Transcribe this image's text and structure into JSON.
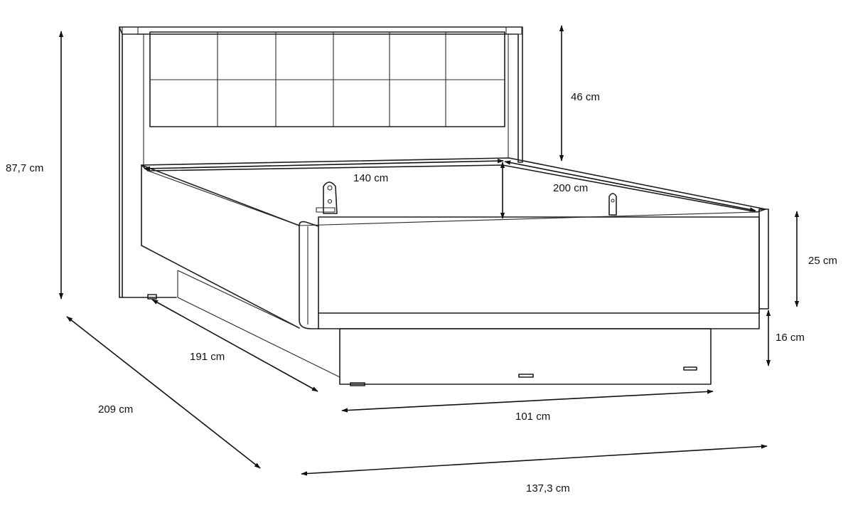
{
  "dimensions": {
    "total_height": "87,7 cm",
    "headboard_height": "46 cm",
    "mattress_width": "140 cm",
    "mattress_length": "200 cm",
    "frame_height": "25 cm",
    "base_height": "16 cm",
    "inner_side_length": "191 cm",
    "total_length": "209 cm",
    "base_width": "101 cm",
    "total_width": "137,3 cm"
  },
  "colors": {
    "line": "#1e1e1e",
    "background": "#ffffff"
  }
}
